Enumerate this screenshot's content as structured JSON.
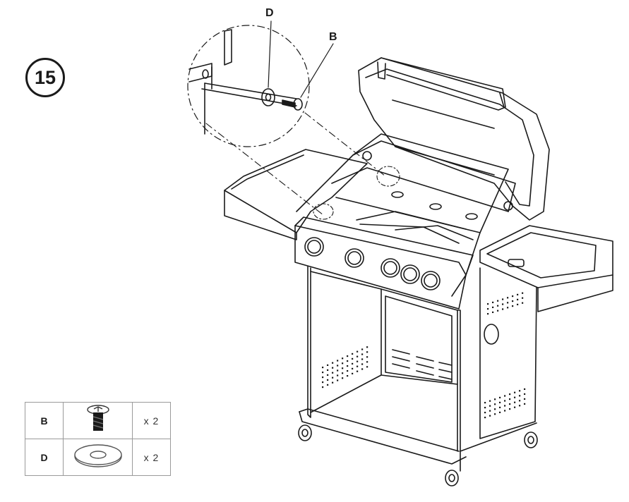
{
  "step": {
    "number": "15"
  },
  "callouts": {
    "d": "D",
    "b": "B"
  },
  "parts": [
    {
      "code": "B",
      "icon": "screw-icon",
      "quantity": "x 2"
    },
    {
      "code": "D",
      "icon": "washer-icon",
      "quantity": "x 2"
    }
  ],
  "colors": {
    "line": "#1a1a1a",
    "stroke_light": "#555555",
    "table_border": "#9a9a9a"
  }
}
